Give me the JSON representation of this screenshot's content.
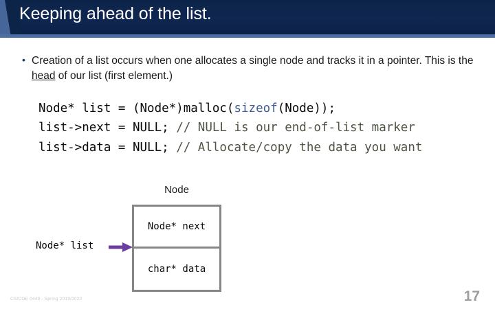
{
  "header": {
    "title": "Keeping ahead of the list.",
    "bg_color": "#0d2449",
    "accent_color": "#466699",
    "underbar_color": "#4a6fa5",
    "title_color": "#ffffff"
  },
  "body": {
    "bullet_marker": "•",
    "bullet": {
      "part1": "Creation of a list occurs when one allocates a single node and tracks it in a pointer. This is the ",
      "emphasis": "head",
      "part2": " of our list (first element.)"
    }
  },
  "code": {
    "comment_color": "#4f5544",
    "keyword_color": "#3f5e91",
    "line1": {
      "a": "Node* list = (Node*)malloc(",
      "keyword": "sizeof",
      "b": "(Node));"
    },
    "line2": {
      "a": "list->next = NULL; ",
      "comment": "// NULL is our end-of-list marker"
    },
    "line3": {
      "a": "list->data = NULL; ",
      "comment": "// Allocate/copy the data you want"
    }
  },
  "diagram": {
    "node_caption": "Node",
    "box_border_color": "#868686",
    "cells": [
      {
        "label": "Node* next"
      },
      {
        "label": "char* data"
      }
    ],
    "pointer_label": "Node* list",
    "arrow_color": "#6b3e9e"
  },
  "footer": {
    "course_note": "CS/COE 0449 - Spring 2019/2020",
    "page_number": "17"
  }
}
